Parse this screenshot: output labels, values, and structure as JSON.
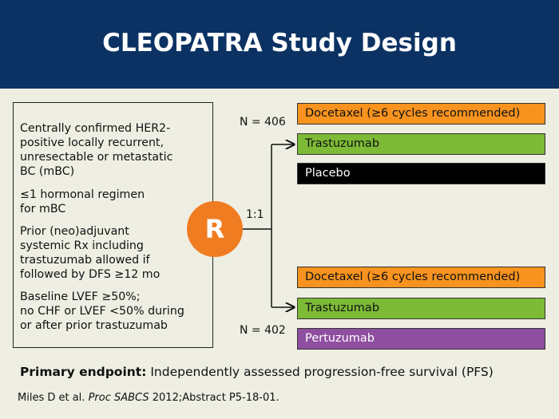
{
  "title": "CLEOPATRA Study Design",
  "criteria": [
    "Centrally confirmed HER2-\npositive locally recurrent,\nunresectable or metastatic\nBC (mBC)",
    "≤1 hormonal regimen\nfor mBC",
    "Prior (neo)adjuvant\nsystemic Rx including\ntrastuzumab allowed if\nfollowed by DFS ≥12 mo",
    "Baseline LVEF ≥50%;\nno CHF or LVEF <50% during\nor after prior trastuzumab"
  ],
  "randomization": {
    "symbol": "R",
    "ratio": "1:1"
  },
  "arm_top": {
    "n": "N = 406",
    "drugs": [
      "Docetaxel (≥6 cycles recommended)",
      "Trastuzumab",
      "Placebo"
    ]
  },
  "arm_bottom": {
    "n": "N = 402",
    "drugs": [
      "Docetaxel (≥6 cycles recommended)",
      "Trastuzumab",
      "Pertuzumab"
    ]
  },
  "endpoint": {
    "label": "Primary endpoint:",
    "text": " Independently assessed progression-free survival (PFS)"
  },
  "reference": {
    "authors": "Miles D et al. ",
    "journal": "Proc SABCS",
    "detail": " 2012;Abstract P5-18-01."
  },
  "colors": {
    "header": "#0b3263",
    "background": "#efeee3",
    "randomize": "#f07c22",
    "docetaxel": "#f7931e",
    "trastuzumab": "#7dbb37",
    "placebo": "#000000",
    "pertuzumab": "#8f4fa0"
  }
}
